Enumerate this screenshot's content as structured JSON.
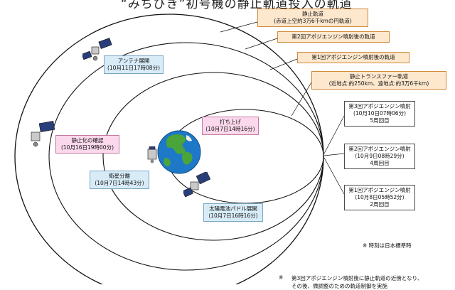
{
  "title": "“みちびき”初号機の静止軌道投入の軌道",
  "labels": {
    "geo_orbit": {
      "line1": "静止軌道",
      "line2": "(赤道上空約3万6千kmの円軌道)"
    },
    "second_aem_orbit": "第2回アポジエンジン噴射後の軌道",
    "first_aem_orbit": "第1回アポジエンジン噴射後の軌道",
    "gto": {
      "line1": "静止トランスファー軌道",
      "line2": "(近地点:約250km、遠地点:約3万6千km)"
    },
    "antenna": {
      "line1": "アンテナ展開",
      "line2": "(10月11日17時08分)"
    },
    "launch": {
      "line1": "打ち上げ",
      "line2": "(10月7日14時16分)"
    },
    "geo_confirm": {
      "line1": "静止化の確認",
      "line2": "(10月16日19時00分)"
    },
    "separation": {
      "line1": "衛星分離",
      "line2": "(10月7日14時43分)"
    },
    "solar_paddle": {
      "line1": "太陽電池パドル展開",
      "line2": "(10月7日16時16分)"
    },
    "aem3": {
      "line1": "第3回アポジエンジン噴射",
      "line2": "(10月10日07時06分)",
      "line3": "5周回目"
    },
    "aem2": {
      "line1": "第2回アポジエンジン噴射",
      "line2": "(10月9日08時29分)",
      "line3": "4周回目"
    },
    "aem1": {
      "line1": "第1回アポジエンジン噴射",
      "line2": "(10月8日05時52分)",
      "line3": "2周回目"
    }
  },
  "notes": {
    "time_note": "※ 時刻は日本標準時",
    "footer_mark": "※",
    "footer_line1": "第3回アポジエンジン噴射後に静止軌道の近傍となり、",
    "footer_line2": "その後、微調整のための軌道制御を実施"
  },
  "colors": {
    "orange_box": "#fde7cd",
    "blue_box": "#d8ecf8",
    "pink_box": "#fbd8ec",
    "earth_ocean": "#1e78c8",
    "earth_land": "#4aa43a"
  }
}
